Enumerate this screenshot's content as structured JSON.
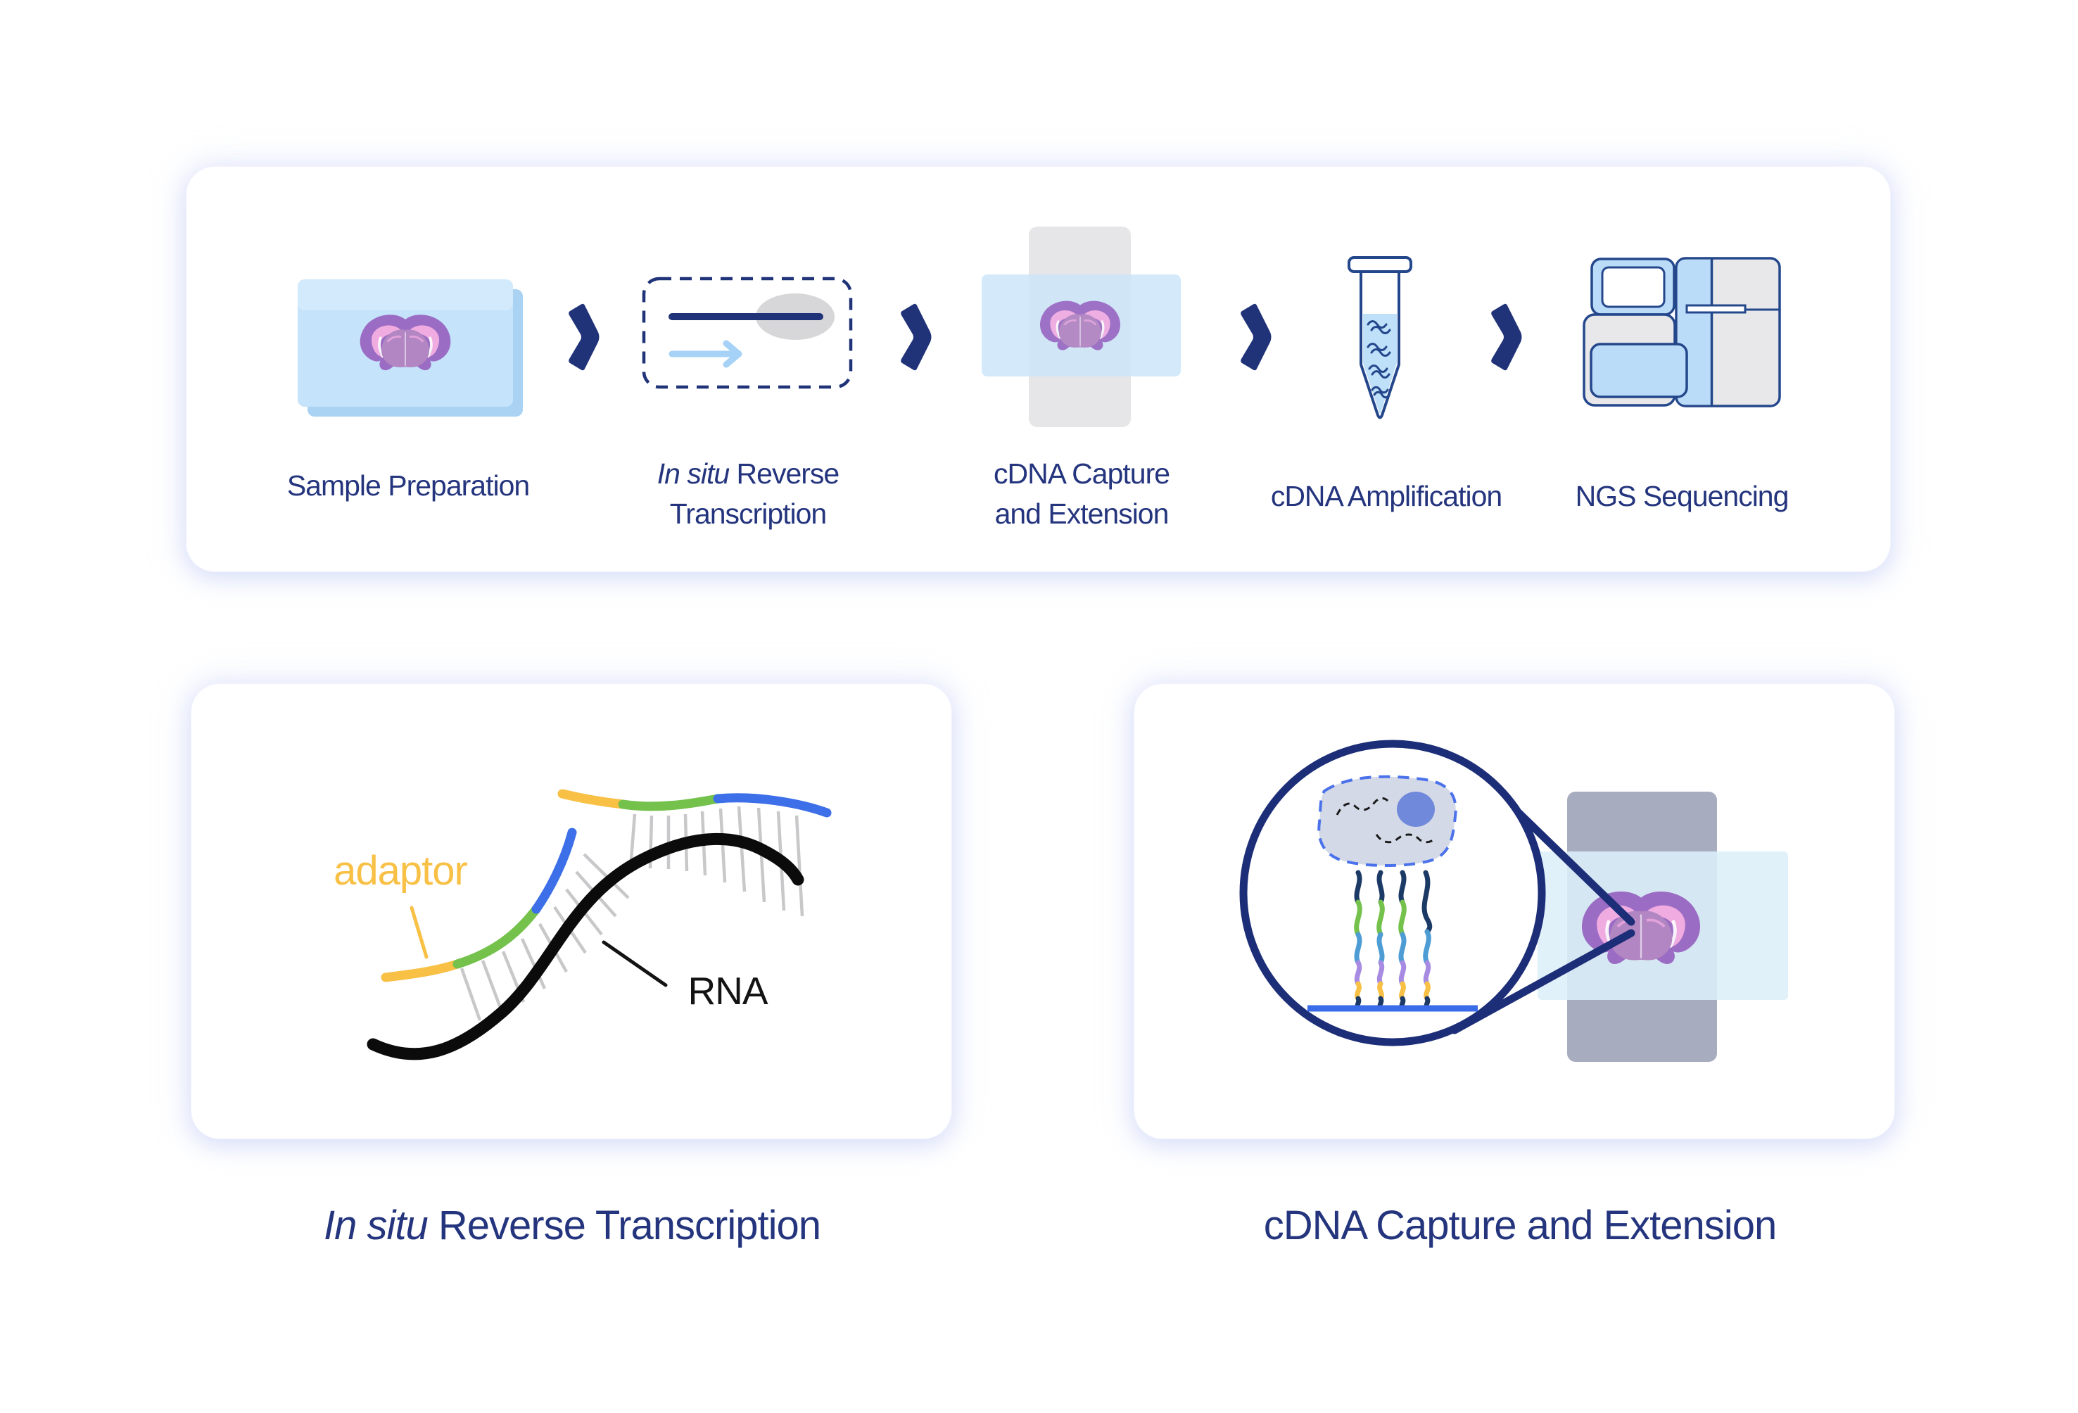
{
  "figure": {
    "workflow": {
      "steps": [
        {
          "label": "Sample Preparation",
          "icon": "tissue-slide-icon"
        },
        {
          "label_italic": "In situ",
          "label_rest": " Reverse",
          "label_line2": "Transcription",
          "icon": "rt-primer-icon"
        },
        {
          "label_line1": "cDNA Capture",
          "label_line2": "and Extension",
          "icon": "tissue-capture-slide-icon"
        },
        {
          "label": "cDNA Amplification",
          "icon": "tube-icon"
        },
        {
          "label": "NGS Sequencing",
          "icon": "sequencer-icon"
        }
      ],
      "connector_icon": "chevron-right-icon"
    },
    "rt_panel": {
      "title_italic": "In situ",
      "title_rest": " Reverse Transcription",
      "adaptor_label": "adaptor",
      "rna_label": "RNA"
    },
    "capture_panel": {
      "title": "cDNA Capture and Extension"
    },
    "colors": {
      "navy": "#203379",
      "text_navy": "#24357E",
      "light_blue": "#BBDCF8",
      "slide_blue": "#C5E3FA",
      "pale_blue": "#DCEFF9",
      "gray_slide": "#A7ACBF",
      "yellow": "#F8C045",
      "green": "#74C14C",
      "blue": "#3D6FE8",
      "sky": "#4D9CD4",
      "purple": "#A78BE2",
      "strand_navy": "#1C3A66",
      "brain_purple": "#9B6CC4",
      "brain_pink": "#F0ACE0",
      "brain_mauve": "#B286C2"
    }
  }
}
